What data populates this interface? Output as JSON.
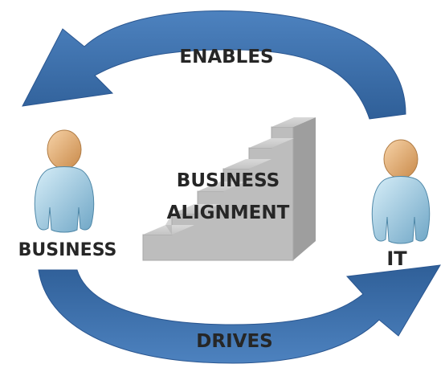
{
  "labels": {
    "top_arrow": "ENABLES",
    "bottom_arrow": "DRIVES",
    "left_person": "BUSINESS",
    "right_person": "IT",
    "center_line1": "BUSINESS",
    "center_line2": "ALIGNMENT"
  },
  "colors": {
    "arrow": "#3e6fa8",
    "text": "#262626",
    "stairs": "#bdbdbd",
    "person_skin": "#e9b37a",
    "person_body": "#a7d3e6"
  },
  "icons": {
    "top_arrow": "curved-arrow-left-icon",
    "bottom_arrow": "curved-arrow-right-icon",
    "left_person": "person-icon",
    "right_person": "person-icon",
    "center": "staircase-icon"
  }
}
